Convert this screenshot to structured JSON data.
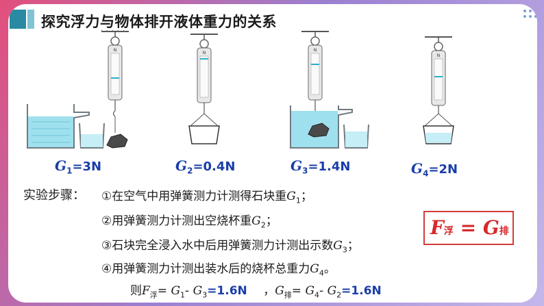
{
  "title": "探究浮力与物体排开液体重力的关系",
  "measurements": [
    {
      "symbol": "G",
      "sub": "1",
      "value": "=3N"
    },
    {
      "symbol": "G",
      "sub": "2",
      "value": "=0.4N"
    },
    {
      "symbol": "G",
      "sub": "3",
      "value": "=1.4N"
    },
    {
      "symbol": "G",
      "sub": "4",
      "value": "=2N"
    }
  ],
  "scale_letter": "N",
  "steps": {
    "heading": "实验步骤：",
    "s1_text": "①在空气中用弹簧测力计测得石块重",
    "s1_sym": "G",
    "s1_sub": "1",
    "s1_end": "；",
    "s2_text": "②用弹簧测力计测出空烧杯重",
    "s2_sym": "G",
    "s2_sub": "2",
    "s2_end": "；",
    "s3_text": "③石块完全浸入水中后用弹簧测力计测出示数",
    "s3_sym": "G",
    "s3_sub": "3",
    "s3_end": "；",
    "s4_text": "④用弹簧测力计测出装水后的烧杯总重力",
    "s4_sym": "G",
    "s4_sub": "4",
    "s4_end": "。"
  },
  "formula": {
    "lhs": "F",
    "lhs_sub": "浮",
    "eq": " = ",
    "rhs": "G",
    "rhs_sub": "排"
  },
  "result": {
    "prefix": "则",
    "f": "F",
    "f_sub": "浮",
    "eq1": "= ",
    "g1": "G",
    "g1_sub": "1",
    "minus1": "- ",
    "g3": "G",
    "g3_sub": "3",
    "val1": "=1.6N",
    "sep": "，",
    "g": "G",
    "g_sub": "排",
    "eq2": "= ",
    "g4": "G",
    "g4_sub": "4",
    "minus2": "- ",
    "g2": "G",
    "g2_sub": "2",
    "val2": "=1.6N"
  },
  "colors": {
    "accent": "#1a3ea8",
    "formula_red": "#d6282b",
    "title_bar": "#2a8aa3",
    "water": "#9fe0ee"
  }
}
